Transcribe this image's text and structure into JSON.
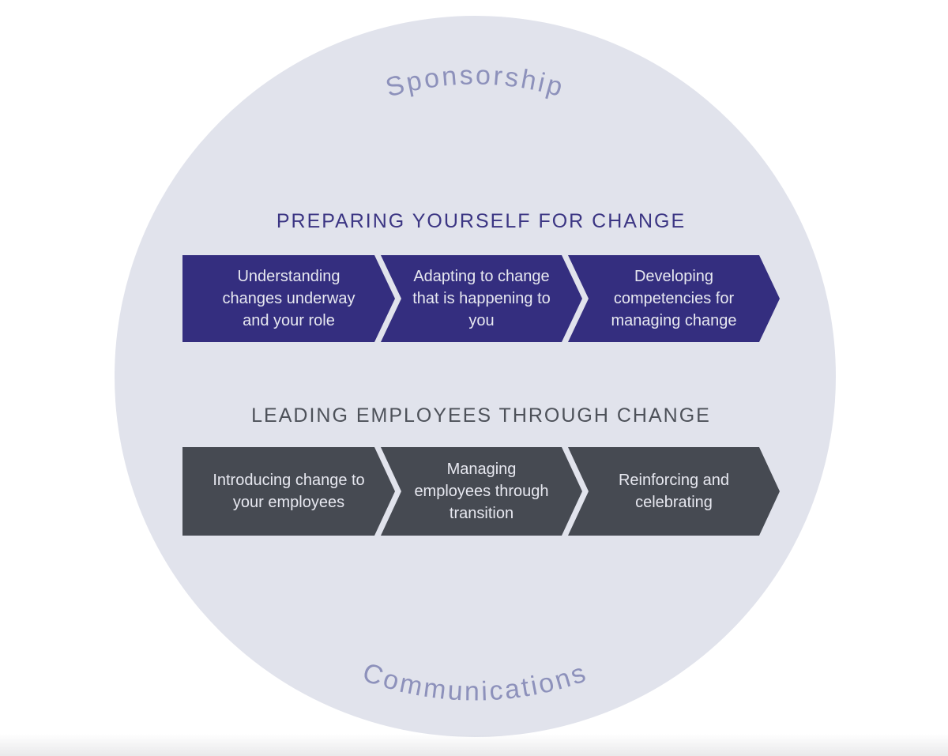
{
  "circle": {
    "fill": "#e1e3ec"
  },
  "curved_labels": {
    "top": "Sponsorship",
    "bottom": "Communications",
    "color": "#8d91bb"
  },
  "sections": [
    {
      "title": "PREPARING YOURSELF FOR CHANGE",
      "title_color": "#3b3583",
      "arrow_color": "#342e7f",
      "steps": [
        "Understanding changes underway and your role",
        "Adapting to change that is happening to you",
        "Developing competencies for managing change"
      ]
    },
    {
      "title": "LEADING EMPLOYEES THROUGH CHANGE",
      "title_color": "#4d5159",
      "arrow_color": "#464a52",
      "steps": [
        "Introducing change to your employees",
        "Managing employees through transition",
        "Reinforcing and celebrating"
      ]
    }
  ]
}
